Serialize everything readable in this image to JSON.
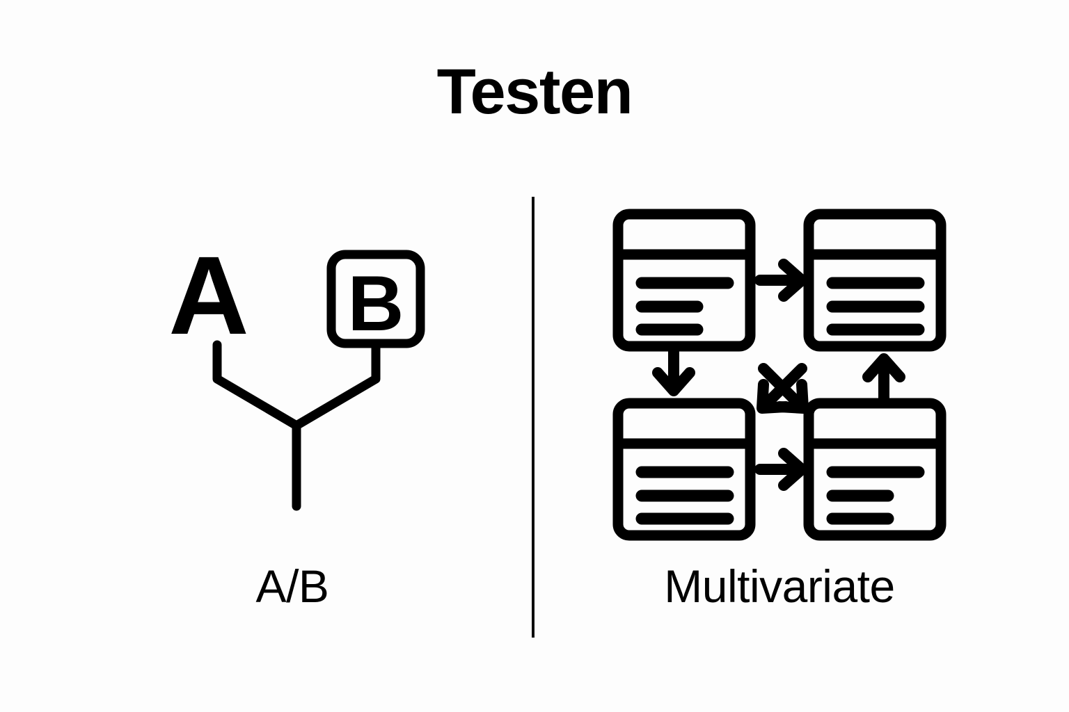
{
  "page": {
    "title": "Testen",
    "background_color": "#fdfdfd",
    "ink_color": "#000000"
  },
  "divider": {
    "orientation": "vertical",
    "color": "#0b0b0b"
  },
  "panels": [
    {
      "id": "ab",
      "caption": "A/B",
      "icon_name": "ab-split-test-icon",
      "icon_parts": {
        "label_a": "A",
        "label_b": "B",
        "b_is_boxed": true,
        "split_shape": "y-merge"
      }
    },
    {
      "id": "multivariate",
      "caption": "Multivariate",
      "icon_name": "multivariate-test-icon",
      "icon_parts": {
        "cards": [
          {
            "position": "top-left",
            "header_bar": true,
            "line_widths": [
              "full",
              "short",
              "short"
            ]
          },
          {
            "position": "top-right",
            "header_bar": true,
            "line_widths": [
              "full",
              "full",
              "full"
            ]
          },
          {
            "position": "bottom-left",
            "header_bar": true,
            "line_widths": [
              "full",
              "full",
              "full"
            ]
          },
          {
            "position": "bottom-right",
            "header_bar": true,
            "line_widths": [
              "full",
              "short",
              "short"
            ]
          }
        ],
        "arrows": [
          {
            "name": "arrow-top-left-to-top-right",
            "direction": "right"
          },
          {
            "name": "arrow-top-left-to-bottom-left",
            "direction": "down"
          },
          {
            "name": "arrow-bottom-left-to-bottom-right",
            "direction": "right"
          },
          {
            "name": "arrow-bottom-right-to-top-right",
            "direction": "up"
          },
          {
            "name": "cross-arrows-center",
            "direction": "cross"
          }
        ]
      }
    }
  ]
}
